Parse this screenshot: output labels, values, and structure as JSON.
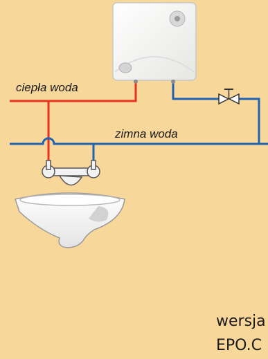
{
  "labels": {
    "hot_water": "ciepła woda",
    "cold_water": "zimna woda"
  },
  "footer": {
    "line1": "wersja",
    "line2": "EPO.C"
  },
  "colors": {
    "background": "#f8d79b",
    "hot_pipe": "#e8321e",
    "cold_pipe": "#1f63b5",
    "heater_body": "#fbfbf8"
  },
  "icons": [
    "water-heater-icon",
    "valve-icon",
    "faucet-icon",
    "washbasin-icon"
  ]
}
